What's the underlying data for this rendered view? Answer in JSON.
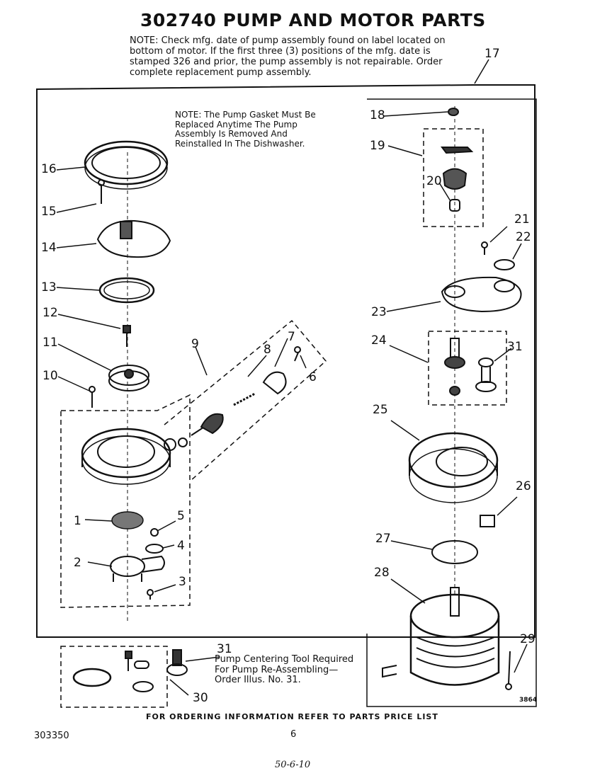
{
  "title": "302740 PUMP AND MOTOR PARTS",
  "note_top": "NOTE:  Check mfg. date of pump assembly found on label located on bottom of motor. If the first three (3) positions of the mfg. date is stamped 326 and prior, the pump assembly is not repairable. Order complete replacement pump assembly.",
  "note_gasket": "NOTE: The Pump Gasket Must Be Replaced Anytime The Pump Assembly Is Removed And Reinstalled In The Dishwasher.",
  "note_tool": "Pump Centering Tool Required For Pump Re-Assembling— Order Illus. No. 31.",
  "footer": "FOR ORDERING INFORMATION REFER TO PARTS PRICE LIST",
  "doc_number": "303350",
  "page_number": "6",
  "handwritten": "50-6-10",
  "drawing_code": "3864",
  "callouts": [
    "1",
    "2",
    "3",
    "4",
    "5",
    "6",
    "7",
    "8",
    "9",
    "10",
    "11",
    "12",
    "13",
    "14",
    "15",
    "16",
    "17",
    "18",
    "19",
    "20",
    "21",
    "22",
    "23",
    "24",
    "25",
    "26",
    "27",
    "28",
    "29",
    "30",
    "31",
    "31"
  ]
}
